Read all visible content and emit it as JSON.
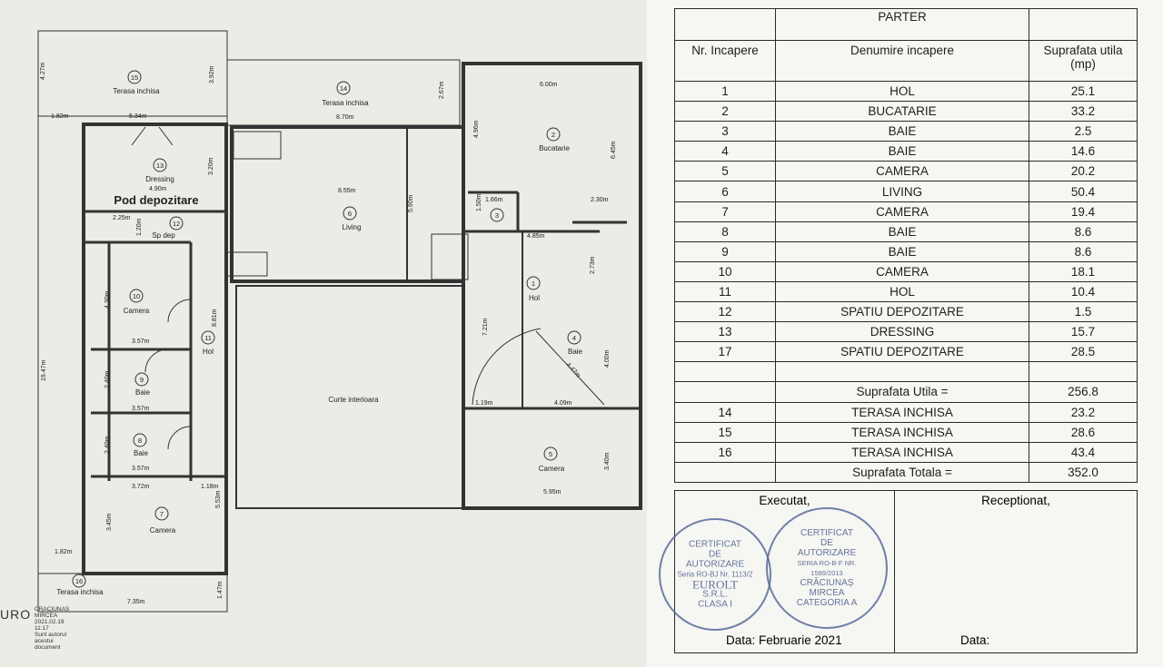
{
  "plan": {
    "rooms": [
      {
        "num": "15",
        "name": "Terasa inchisa"
      },
      {
        "num": "14",
        "name": "Terasa inchisa"
      },
      {
        "num": "2",
        "name": "Bucatarie"
      },
      {
        "num": "13",
        "name": "Dressing"
      },
      {
        "num": "6",
        "name": "Living"
      },
      {
        "num": "12",
        "name": "Sp dep"
      },
      {
        "num": "10",
        "name": "Camera"
      },
      {
        "num": "11",
        "name": "Hol"
      },
      {
        "num": "1",
        "name": "Hol"
      },
      {
        "num": "4",
        "name": "Baie"
      },
      {
        "num": "9",
        "name": "Baie"
      },
      {
        "num": "8",
        "name": "Baie"
      },
      {
        "num": "7",
        "name": "Camera"
      },
      {
        "num": "5",
        "name": "Camera"
      },
      {
        "num": "16",
        "name": "Terasa inchisa"
      },
      {
        "num": "3",
        "name": ""
      }
    ],
    "pod_label": "Pod depozitare",
    "courtyard_label": "Curte interioara",
    "dimensions": [
      "4.27m",
      "3.92m",
      "1.82m",
      "5.34m",
      "2.67m",
      "8.70m",
      "6.00m",
      "4.96m",
      "6.45m",
      "3.20m",
      "4.90m",
      "8.55m",
      "5.90m",
      "1.66m",
      "2.30m",
      "1.50m",
      "2.25m",
      "1.20m",
      "4.85m",
      "2.73m",
      "4.30m",
      "8.81m",
      "7.21m",
      "3.57m",
      "2.40m",
      "3.57m",
      "4.47m",
      "4.00m",
      "1.19m",
      "4.09m",
      "2.40m",
      "3.57m",
      "3.72m",
      "1.18m",
      "3.40m",
      "5.95m",
      "3.45m",
      "5.53m",
      "1.82m",
      "19.47m",
      "7.35m",
      "1.47m"
    ],
    "signature_lines": [
      "CRACIUNAS",
      "MIRCEA",
      "2021.02.19",
      "11:17",
      "Sunt autorul",
      "acestui",
      "document"
    ],
    "logo_text": "URO"
  },
  "table": {
    "title": "PARTER",
    "headers": {
      "nr": "Nr. Incapere",
      "name": "Denumire incapere",
      "area": "Suprafata utila (mp)"
    },
    "rows": [
      {
        "nr": "1",
        "name": "HOL",
        "area": "25.1"
      },
      {
        "nr": "2",
        "name": "BUCATARIE",
        "area": "33.2"
      },
      {
        "nr": "3",
        "name": "BAIE",
        "area": "2.5"
      },
      {
        "nr": "4",
        "name": "BAIE",
        "area": "14.6"
      },
      {
        "nr": "5",
        "name": "CAMERA",
        "area": "20.2"
      },
      {
        "nr": "6",
        "name": "LIVING",
        "area": "50.4"
      },
      {
        "nr": "7",
        "name": "CAMERA",
        "area": "19.4"
      },
      {
        "nr": "8",
        "name": "BAIE",
        "area": "8.6"
      },
      {
        "nr": "9",
        "name": "BAIE",
        "area": "8.6"
      },
      {
        "nr": "10",
        "name": "CAMERA",
        "area": "18.1"
      },
      {
        "nr": "11",
        "name": "HOL",
        "area": "10.4"
      },
      {
        "nr": "12",
        "name": "SPATIU DEPOZITARE",
        "area": "1.5"
      },
      {
        "nr": "13",
        "name": "DRESSING",
        "area": "15.7"
      },
      {
        "nr": "17",
        "name": "SPATIU DEPOZITARE",
        "area": "28.5"
      }
    ],
    "subtotal": {
      "label": "Suprafata Utila =",
      "value": "256.8"
    },
    "terraces": [
      {
        "nr": "14",
        "name": "TERASA INCHISA",
        "area": "23.2"
      },
      {
        "nr": "15",
        "name": "TERASA INCHISA",
        "area": "28.6"
      },
      {
        "nr": "16",
        "name": "TERASA INCHISA",
        "area": "43.4"
      }
    ],
    "total": {
      "label": "Suprafata Totala =",
      "value": "352.0"
    }
  },
  "signoff": {
    "executat": "Executat,",
    "receptionat": "Receptionat,",
    "date_left": "Data: Februarie 2021",
    "date_right": "Data:",
    "stamp1": [
      "CERTIFICAT",
      "DE",
      "AUTORIZARE",
      "Seria RO-BJ Nr. 1113/2",
      "EUROLT",
      "S.R.L.",
      "CLASA I"
    ],
    "stamp2": [
      "CERTIFICAT",
      "DE",
      "AUTORIZARE",
      "SERIA RO-B-F NR. 1589/2013",
      "CRĂCIUNAȘ",
      "MIRCEA",
      "CATEGORIA A"
    ]
  }
}
